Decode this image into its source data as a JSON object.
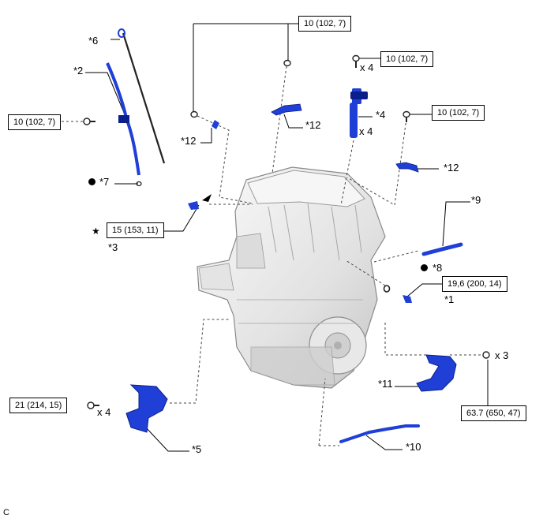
{
  "parts": [
    {
      "id": "p6",
      "label": "*6"
    },
    {
      "id": "p2",
      "label": "*2"
    },
    {
      "id": "p7",
      "label": "*7"
    },
    {
      "id": "p12a",
      "label": "*12"
    },
    {
      "id": "p12b",
      "label": "*12"
    },
    {
      "id": "p4",
      "label": "*4"
    },
    {
      "id": "p12c",
      "label": "*12"
    },
    {
      "id": "p9",
      "label": "*9"
    },
    {
      "id": "p3",
      "label": "*3"
    },
    {
      "id": "p8",
      "label": "*8"
    },
    {
      "id": "p1",
      "label": "*1"
    },
    {
      "id": "p11",
      "label": "*11"
    },
    {
      "id": "p5",
      "label": "*5"
    },
    {
      "id": "p10",
      "label": "*10"
    }
  ],
  "torque_specs": [
    {
      "id": "t_top",
      "text": "10 (102, 7)"
    },
    {
      "id": "t_coil",
      "text": "10 (102, 7)"
    },
    {
      "id": "t_right",
      "text": "10 (102, 7)"
    },
    {
      "id": "t_left",
      "text": "10 (102, 7)"
    },
    {
      "id": "t_sensor",
      "text": "15 (153, 11)"
    },
    {
      "id": "t_oilsw",
      "text": "19,6 (200, 14)"
    },
    {
      "id": "t_mount",
      "text": "21 (214, 15)"
    },
    {
      "id": "t_bracket",
      "text": "63.7 (650, 47)"
    }
  ],
  "multipliers": [
    {
      "id": "m_coil_bolt",
      "text": "x 4"
    },
    {
      "id": "m_coil",
      "text": "x 4"
    },
    {
      "id": "m_bracket",
      "text": "x 3"
    },
    {
      "id": "m_mount",
      "text": "x 4"
    }
  ],
  "symbols": {
    "star": "★",
    "bullet_7": "●",
    "bullet_8": "●"
  },
  "corner_code": "C",
  "colors": {
    "part_blue": "#1f3fd6",
    "part_dark": "#0b1f8a",
    "engine_light": "#eeeeee",
    "engine_shadow": "#9a9a9a",
    "leader": "#000000"
  }
}
